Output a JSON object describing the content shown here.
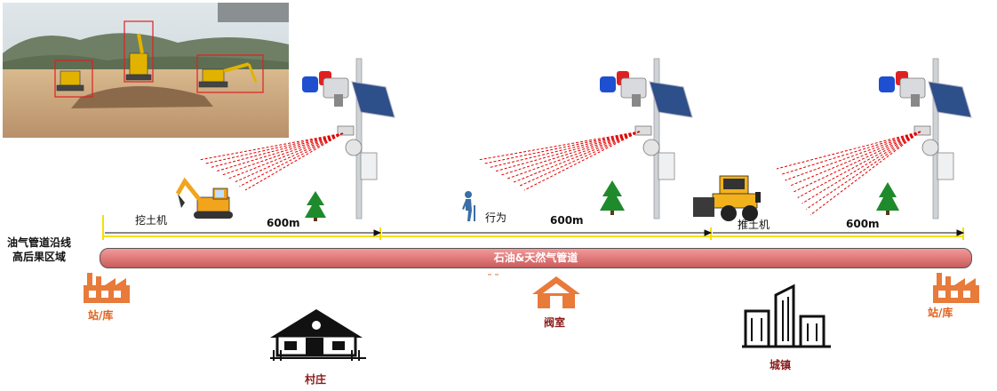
{
  "left_title": [
    "油气管道沿线",
    "高后果区域"
  ],
  "pipeline_label": "石油&天然气管道",
  "segments": [
    {
      "threat": "挖土机",
      "distance": "600m"
    },
    {
      "threat": "行为",
      "distance": "600m"
    },
    {
      "threat": "推土机",
      "distance": "600m"
    }
  ],
  "stations": [
    {
      "label": "站/库"
    },
    {
      "label": "站/库"
    }
  ],
  "places": [
    {
      "label": "村庄",
      "icon": "house-icon"
    },
    {
      "label": "阀室",
      "icon": "valve-house-icon"
    },
    {
      "label": "城镇",
      "icon": "city-buildings-icon"
    }
  ],
  "colors": {
    "pipe": "#e07a7a",
    "measure_line": "#f5e000",
    "scan_rays": "#e00000",
    "station": "#e87a3a",
    "place_label": "#8b1a1a"
  }
}
